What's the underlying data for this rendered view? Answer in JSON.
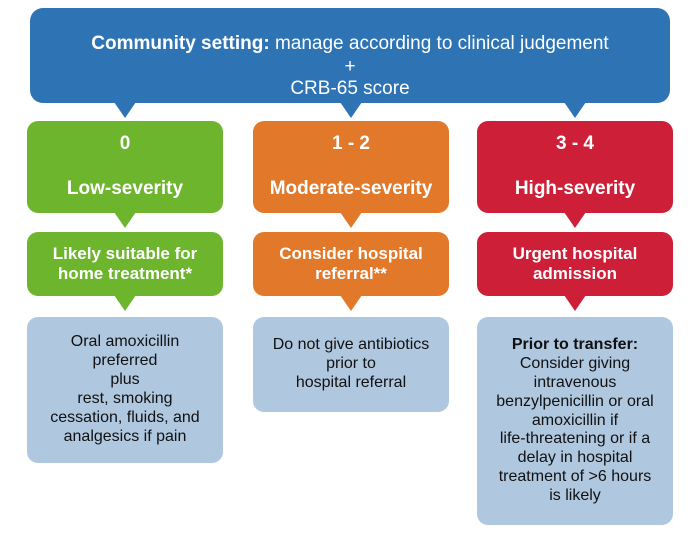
{
  "diagram": {
    "title_bold": "Community setting:",
    "title_rest": " manage according to clinical judgement",
    "title_line2": "+",
    "title_line3": "CRB-65 score",
    "colors": {
      "header_blue": "#2e74b5",
      "low_green": "#6cb52d",
      "moderate_orange": "#e2782a",
      "high_red": "#ce1f38",
      "detail_light_blue": "#b0c7e0",
      "white_text": "#ffffff",
      "dark_text": "#111111"
    },
    "columns": [
      {
        "severity_score": "0",
        "severity_label": "Low-severity",
        "action": "Likely suitable for\nhome treatment*",
        "detail": "Oral amoxicillin\npreferred\nplus\nrest, smoking\ncessation, fluids, and\nanalgesics if pain",
        "detail_bold_prefix": ""
      },
      {
        "severity_score": "1 - 2",
        "severity_label": "Moderate-severity",
        "action": "Consider hospital\nreferral**",
        "detail": "Do not give antibiotics\nprior to\nhospital referral",
        "detail_bold_prefix": ""
      },
      {
        "severity_score": "3 - 4",
        "severity_label": "High-severity",
        "action": "Urgent hospital\nadmission",
        "detail": "Consider giving\nintravenous\nbenzylpenicillin or oral\namoxicillin if\nlife-threatening or if a\ndelay in hospital\ntreatment of >6 hours\nis likely",
        "detail_bold_prefix": "Prior to transfer:"
      }
    ]
  }
}
